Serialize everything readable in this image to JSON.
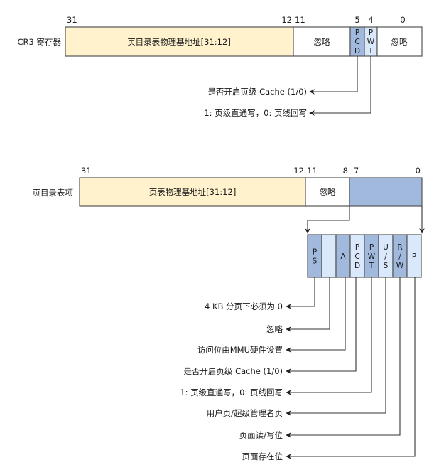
{
  "colors": {
    "address": "#fff2cc",
    "ignored": "#ffffff",
    "flag_dark": "#a0b9dc",
    "flag_light": "#dae8fc",
    "border": "#555555"
  },
  "cr3": {
    "title": "CR3 寄存器",
    "bit_numbers": [
      "31",
      "12",
      "11",
      "5",
      "4",
      "0"
    ],
    "fields": [
      {
        "name": "page-dir-base",
        "label": "页目录表物理基地址[31:12]",
        "bits": "31:12",
        "kind": "address"
      },
      {
        "name": "ignored-hi",
        "label": "忽略",
        "bits": "11:6",
        "kind": "ignored"
      },
      {
        "name": "pcd",
        "label": "P\nC\nD",
        "lines": [
          "P",
          "C",
          "D"
        ],
        "bits": "5",
        "kind": "flag_dark"
      },
      {
        "name": "pwt",
        "label": "P\nW\nT",
        "lines": [
          "P",
          "W",
          "T"
        ],
        "bits": "4",
        "kind": "flag_light"
      },
      {
        "name": "ignored-lo",
        "label": "忽略",
        "bits": "3:0",
        "kind": "ignored"
      }
    ],
    "annotations": [
      {
        "field": "pcd",
        "text": "是否开启页级 Cache (1/0)"
      },
      {
        "field": "pwt",
        "text": "1: 页级直通写，0: 页线回写"
      }
    ]
  },
  "pde": {
    "title": "页目录表项",
    "bit_numbers": [
      "31",
      "12",
      "11",
      "8",
      "7",
      "0"
    ],
    "fields": [
      {
        "name": "page-table-base",
        "label": "页表物理基地址[31:12]",
        "bits": "31:12",
        "kind": "address"
      },
      {
        "name": "ignored",
        "label": "忽略",
        "bits": "11:8",
        "kind": "ignored"
      },
      {
        "name": "flags",
        "label": "",
        "bits": "7:0",
        "kind": "flag_dark"
      }
    ],
    "flag_bits": [
      {
        "name": "ps",
        "lines": [
          "P",
          "S"
        ],
        "kind": "flag_dark",
        "desc": "4 KB 分页下必须为 0"
      },
      {
        "name": "ignored",
        "lines": [],
        "kind": "flag_light",
        "desc": "忽略"
      },
      {
        "name": "a",
        "lines": [
          "A"
        ],
        "kind": "flag_dark",
        "desc": "访问位由MMU硬件设置"
      },
      {
        "name": "pcd",
        "lines": [
          "P",
          "C",
          "D"
        ],
        "kind": "flag_light",
        "desc": "是否开启页级 Cache (1/0)"
      },
      {
        "name": "pwt",
        "lines": [
          "P",
          "W",
          "T"
        ],
        "kind": "flag_dark",
        "desc": "1: 页级直通写，0: 页线回写"
      },
      {
        "name": "us",
        "lines": [
          "U",
          "/",
          "S"
        ],
        "kind": "flag_light",
        "desc": "用户页/超级管理者页"
      },
      {
        "name": "rw",
        "lines": [
          "R",
          "/",
          "W"
        ],
        "kind": "flag_dark",
        "desc": "页面读/写位"
      },
      {
        "name": "p",
        "lines": [
          "P"
        ],
        "kind": "flag_light",
        "desc": "页面存在位"
      }
    ]
  }
}
